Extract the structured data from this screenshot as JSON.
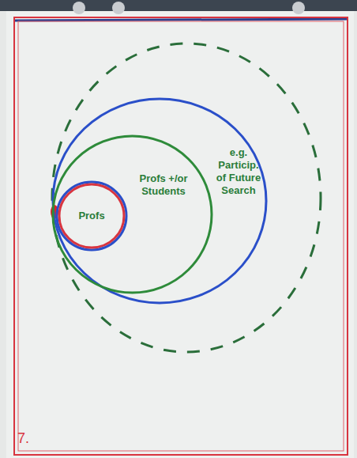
{
  "diagram": {
    "nodes": [
      {
        "text": [
          "e.g. Particip. of Future Search"
        ]
      },
      {
        "text": [
          "Profs +/or Students"
        ],
        "in": 0
      },
      {
        "text": [
          "Profs"
        ],
        "in": 1
      }
    ],
    "labels": [
      "7."
    ]
  }
}
